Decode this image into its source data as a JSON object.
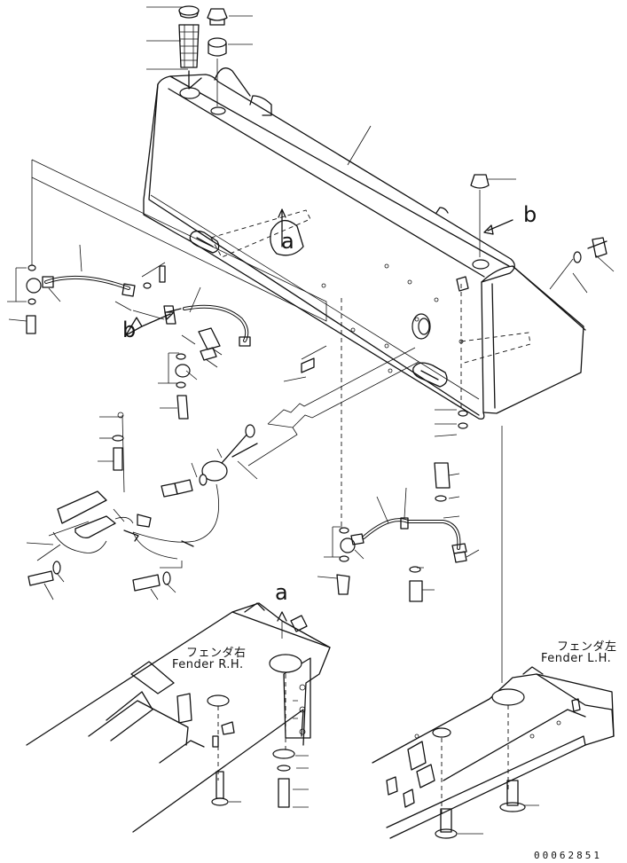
{
  "labels": {
    "view_a_top": "a",
    "view_b_right": "b",
    "view_b_left": "b",
    "view_a_bottom": "a",
    "fender_rh_jp": "フェンダ右",
    "fender_rh_en": "Fender R.H.",
    "fender_lh_jp": "フェンダ左",
    "fender_lh_en": "Fender L.H.",
    "drawing_code": "00062851"
  }
}
